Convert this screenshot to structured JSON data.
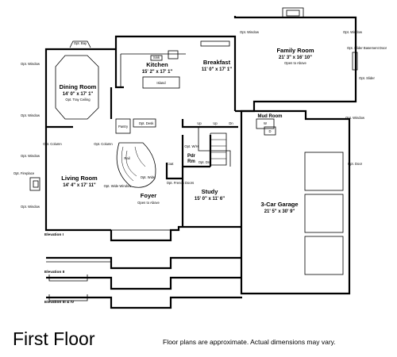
{
  "footer": {
    "title": "First Floor",
    "note": "Floor plans are approximate. Actual dimensions may vary."
  },
  "rooms": {
    "family_room": {
      "name": "Family Room",
      "dims": "21' 3\" x 16' 10\"",
      "note": "Open to Above"
    },
    "kitchen": {
      "name": "Kitchen",
      "dims": "15' 2\" x 17' 1\"",
      "island": "Island"
    },
    "breakfast": {
      "name": "Breakfast",
      "dims": "11' 0\" x 17' 1\""
    },
    "dining_room": {
      "name": "Dining Room",
      "dims": "14' 0\" x 17' 1\"",
      "note": "Opt. Tray Ceiling"
    },
    "living_room": {
      "name": "Living Room",
      "dims": "14' 4\" x 17' 11\""
    },
    "foyer": {
      "name": "Foyer",
      "note": "Open to Above"
    },
    "study": {
      "name": "Study",
      "dims": "15' 0\" x 11' 6\""
    },
    "garage": {
      "name": "3-Car Garage",
      "dims": "21' 5\" x 30' 9\""
    },
    "mud_room": {
      "name": "Mud Room"
    },
    "powder": {
      "line1": "Pdr",
      "line2": "Rm"
    }
  },
  "small_labels": {
    "opt_bay": "Opt. Bay",
    "opt_window": "Opt. Window",
    "opt_column": "Opt. Column",
    "opt_fireplace": "Opt. Fireplace",
    "opt_slider": "Opt. Slider",
    "opt_slider_basement_door": "Opt. Slider Basement Door",
    "opt_door": "Opt. Door",
    "opt_desk": "Opt. Desk",
    "pantry": "Pantry",
    "up": "Up",
    "dn": "Dn",
    "coat": "Coat",
    "rail": "Rail",
    "opt_french_doors": "Opt. French Doors",
    "opt_wide": "Opt. Wide",
    "opt_wide_window": "Opt. Wide Window",
    "opt_dn": "Opt. Dn",
    "opt_wh": "Opt. W/H",
    "w": "W",
    "d": "D",
    "sink": "Sink"
  },
  "elevations": {
    "e1": "Elevation I",
    "e2": "Elevation II",
    "e3": "Elevation III & IV"
  }
}
